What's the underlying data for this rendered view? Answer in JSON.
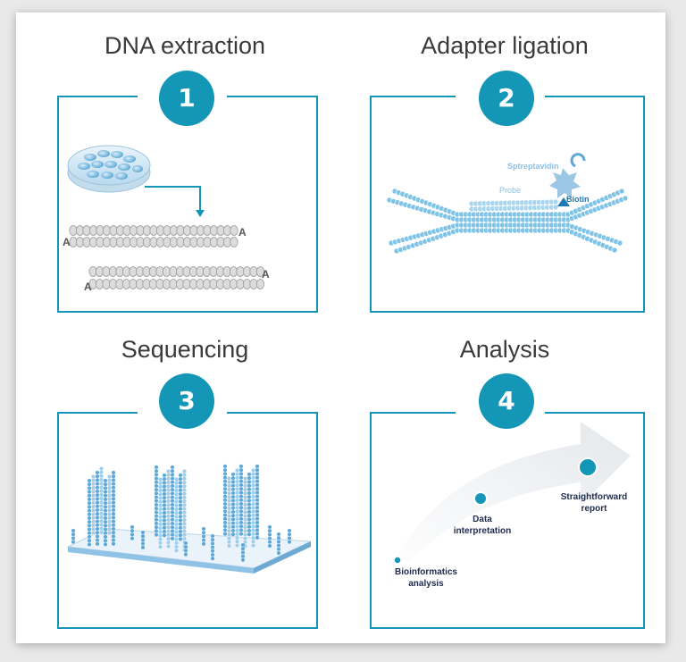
{
  "steps": [
    {
      "number": "1",
      "title": "DNA extraction"
    },
    {
      "number": "2",
      "title": "Adapter ligation"
    },
    {
      "number": "3",
      "title": "Sequencing"
    },
    {
      "number": "4",
      "title": "Analysis"
    }
  ],
  "panel1": {
    "adenine_label": "A"
  },
  "panel2": {
    "streptavidin": "Sptreptavidin",
    "probe": "Probe",
    "biotin": "Biotin"
  },
  "panel4": {
    "milestones": [
      "Bioinformatics analysis",
      "Data interpretation",
      "Straightforward report"
    ],
    "milestone_lines": [
      [
        "Bioinformatics",
        "analysis"
      ],
      [
        "Data",
        "interpretation"
      ],
      [
        "Straightforward",
        "report"
      ]
    ]
  },
  "colors": {
    "accent": "#1497b7",
    "bead": "#7fc3e6",
    "text_dark": "#1d2b4f"
  }
}
